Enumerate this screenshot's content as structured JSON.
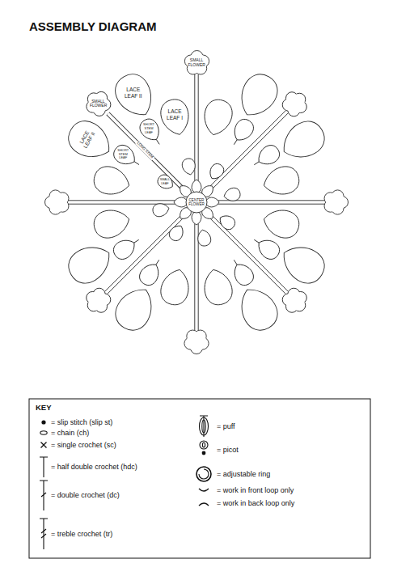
{
  "diagram": {
    "title": "ASSEMBLY DIAGRAM",
    "nodes": [
      {
        "text": [
          "SMALL FLOWER"
        ]
      },
      {
        "text": [
          "SMALL FLOWER"
        ]
      },
      {
        "text": [
          "LACE LEAF II"
        ]
      },
      {
        "text": [
          "LACE LEAF II"
        ]
      },
      {
        "text": [
          "LACE LEAF I"
        ]
      },
      {
        "text": [
          "SHORT STEM LEAF"
        ]
      },
      {
        "text": [
          "SHORT STEM LEAF"
        ]
      },
      {
        "text": [
          "SMALL LEAF"
        ]
      },
      {
        "text": [
          "CENTER FLOWER"
        ]
      }
    ],
    "edges": [
      {
        "from": 8,
        "to": 0,
        "arrow": "none",
        "label": "LONG STEM"
      }
    ],
    "labels": [
      "KEY"
    ],
    "legend": [
      {
        "text": "= slip stitch (slip st)"
      },
      {
        "text": "= chain (ch)"
      },
      {
        "text": "= single crochet (sc)"
      },
      {
        "text": "= half double crochet (hdc)"
      },
      {
        "text": "= double crochet (dc)"
      },
      {
        "text": "= treble crochet (tr)"
      },
      {
        "text": "= puff"
      },
      {
        "text": "= picot"
      },
      {
        "text": "= adjustable ring"
      },
      {
        "text": "= work in front loop only"
      },
      {
        "text": "= work in back loop only"
      }
    ]
  }
}
